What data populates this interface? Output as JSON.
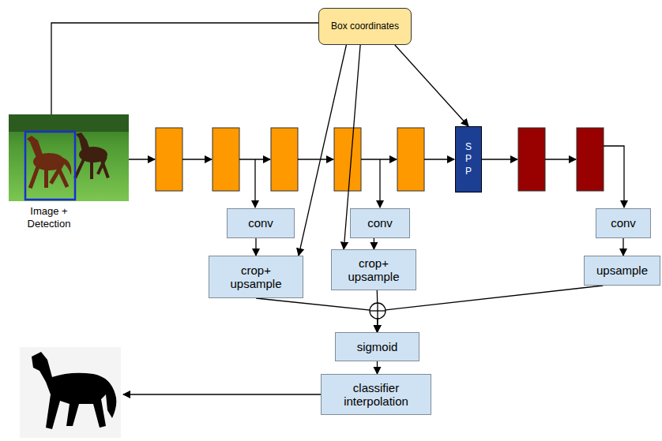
{
  "diagram": {
    "nodes": [
      {
        "text": [
          "Box coordinates"
        ]
      },
      {
        "text": [
          "S P P"
        ]
      },
      {
        "text": [
          "conv"
        ]
      },
      {
        "text": [
          "conv"
        ]
      },
      {
        "text": [
          "conv"
        ]
      },
      {
        "text": [
          "crop+ upsample"
        ]
      },
      {
        "text": [
          "crop+ upsample"
        ]
      },
      {
        "text": [
          "upsample"
        ]
      },
      {
        "text": [
          "sigmoid"
        ]
      },
      {
        "text": [
          "classifier interpolation"
        ]
      }
    ],
    "edges": [
      {
        "from": 0,
        "to": 5,
        "arrow": "to"
      },
      {
        "from": 0,
        "to": 6,
        "arrow": "to"
      },
      {
        "from": 0,
        "to": 1,
        "arrow": "to"
      },
      {
        "from": 2,
        "to": 5,
        "arrow": "to"
      },
      {
        "from": 3,
        "to": 6,
        "arrow": "to"
      },
      {
        "from": 4,
        "to": 7,
        "arrow": "to"
      },
      {
        "from": 5,
        "to": 8,
        "arrow": "to"
      },
      {
        "from": 6,
        "to": 8,
        "arrow": "to"
      },
      {
        "from": 7,
        "to": 8,
        "arrow": "to"
      },
      {
        "from": 8,
        "to": 9,
        "arrow": "to"
      }
    ],
    "labels": [
      "Image + Detection"
    ]
  }
}
